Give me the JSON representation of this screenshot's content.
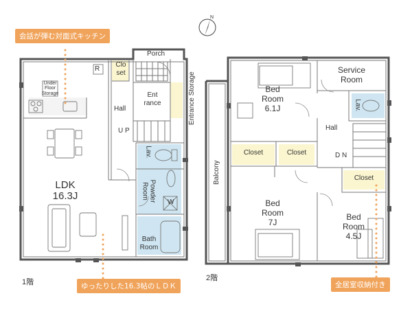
{
  "callouts": {
    "kitchen": "会話が弾む対面式キッチン",
    "ldk": "ゆったりした16.3帖のＬＤＫ",
    "storage": "全居室収納付き"
  },
  "floors": {
    "first": "1階",
    "second": "2階"
  },
  "compass_letter": "N",
  "first_floor": {
    "ldk_name": "LDK",
    "ldk_size": "16.3J",
    "porch": "Porch",
    "closet_line1": "Clo",
    "closet_line2": "set",
    "entrance_line1": "Ent",
    "entrance_line2": "rance",
    "entrance_storage": "Entrance Storage",
    "hall": "Hall",
    "up": "U P",
    "lav": "Lav.",
    "powder_room": "Powder Room",
    "w": "W",
    "bath_line1": "Bath",
    "bath_line2": "Room",
    "r": "R",
    "under_floor_storage": "Under Floor Storage"
  },
  "second_floor": {
    "bed1_line1": "Bed",
    "bed1_line2": "Room",
    "bed1_size": "6.1J",
    "service_line1": "Service",
    "service_line2": "Room",
    "lav": "Lav.",
    "closet1": "Closet",
    "closet2": "Closet",
    "closet3": "Closet",
    "hall": "Hall",
    "dn": "D N",
    "balcony": "Balcony",
    "bed2_line1": "Bed",
    "bed2_line2": "Room",
    "bed2_size": "7J",
    "bed3_line1": "Bed",
    "bed3_line2": "Room",
    "bed3_size": "4.5J"
  },
  "colors": {
    "wall": "#555555",
    "wet_area": "#cfe6f2",
    "closet": "#fbf6d0",
    "callout": "#f0a35a"
  }
}
